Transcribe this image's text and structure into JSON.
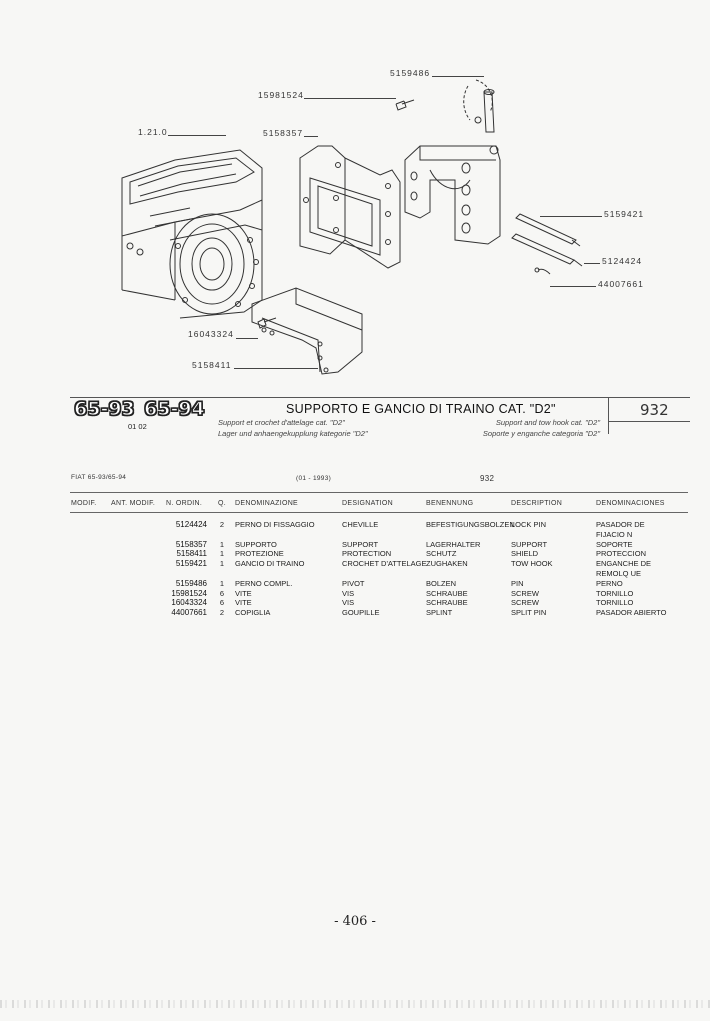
{
  "diagram": {
    "callouts": {
      "pin_assembly": "5159486",
      "screw_top": "15981524",
      "housing_ref": "1.21.0",
      "support": "5158357",
      "tow_hook": "5159421",
      "lock_pin": "5124424",
      "split_pin": "44007661",
      "screw_shield": "16043324",
      "shield": "5158411"
    }
  },
  "header": {
    "models": [
      "65-93",
      "65-94"
    ],
    "date_code": "01 02",
    "title": "SUPPORTO E GANCIO DI TRAINO CAT. \"D2\"",
    "subtitles": {
      "fr": "Support et crochet d'attelage cat. \"D2\"",
      "de": "Lager und anhaengekupplung kategorie \"D2\"",
      "en": "Support and tow hook cat. \"D2\"",
      "es": "Soporte y enganche categoria \"D2\""
    },
    "page_code": "932"
  },
  "table_meta": {
    "model_text": "FIAT 65-93/65-94",
    "range": "(01 - 1993)",
    "page_code": "932"
  },
  "columns": [
    "MODIF.",
    "ANT. MODIF.",
    "N. ORDIN.",
    "Q.",
    "DENOMINAZIONE",
    "DESIGNATION",
    "BENENNUNG",
    "DESCRIPTION",
    "DENOMINACIONES"
  ],
  "rows": [
    {
      "pn": "5124424",
      "q": "2",
      "it": "PERNO DI FISSAGGIO",
      "fr": "CHEVILLE",
      "de": "BEFESTIGUNGSBOLZEN",
      "en": "LOCK PIN",
      "es": "PASADOR DE FIJACIO N"
    },
    {
      "pn": "5158357",
      "q": "1",
      "it": "SUPPORTO",
      "fr": "SUPPORT",
      "de": "LAGERHALTER",
      "en": "SUPPORT",
      "es": "SOPORTE"
    },
    {
      "pn": "5158411",
      "q": "1",
      "it": "PROTEZIONE",
      "fr": "PROTECTION",
      "de": "SCHUTZ",
      "en": "SHIELD",
      "es": "PROTECCION"
    },
    {
      "pn": "5159421",
      "q": "1",
      "it": "GANCIO DI TRAINO",
      "fr": "CROCHET D'ATTELAGE",
      "de": "ZUGHAKEN",
      "en": "TOW HOOK",
      "es": "ENGANCHE DE REMOLQ UE"
    },
    {
      "pn": "5159486",
      "q": "1",
      "it": "PERNO COMPL.",
      "fr": "PIVOT",
      "de": "BOLZEN",
      "en": "PIN",
      "es": "PERNO"
    },
    {
      "pn": "15981524",
      "q": "6",
      "it": "VITE",
      "fr": "VIS",
      "de": "SCHRAUBE",
      "en": "SCREW",
      "es": "TORNILLO"
    },
    {
      "pn": "16043324",
      "q": "6",
      "it": "VITE",
      "fr": "VIS",
      "de": "SCHRAUBE",
      "en": "SCREW",
      "es": "TORNILLO"
    },
    {
      "pn": "44007661",
      "q": "2",
      "it": "COPIGLIA",
      "fr": "GOUPILLE",
      "de": "SPLINT",
      "en": "SPLIT PIN",
      "es": "PASADOR ABIERTO"
    }
  ],
  "footer": {
    "page_number": "- 406 -"
  }
}
